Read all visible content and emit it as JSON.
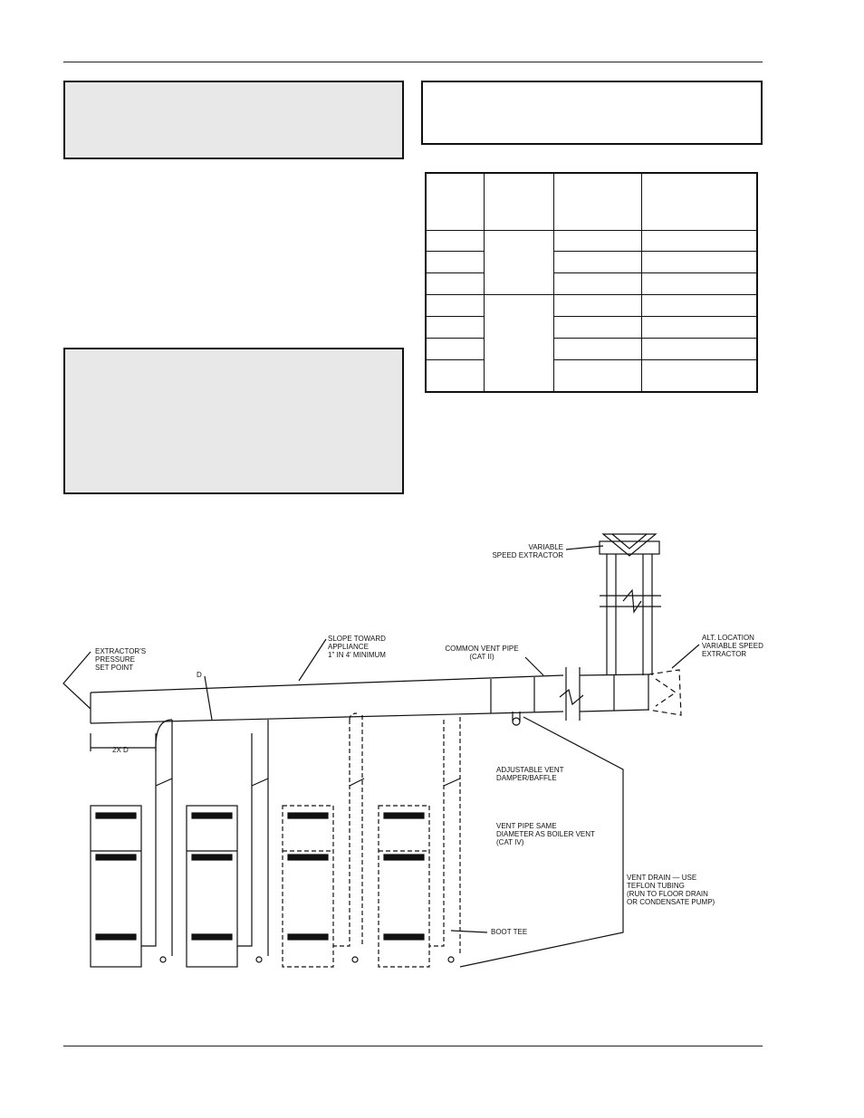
{
  "diagram": {
    "labels": {
      "variable_speed": "VARIABLE\nSPEED EXTRACTOR",
      "slope": "SLOPE TOWARD\nAPPLIANCE\n1\" IN 4' MINIMUM",
      "common_vent": "COMMON VENT PIPE\n(CAT II)",
      "alt_location": "ALT. LOCATION\nVARIABLE SPEED\nEXTRACTOR",
      "extractor_pressure": "EXTRACTOR'S\nPRESSURE\nSET POINT",
      "d": "D",
      "two_x_d": "2X D",
      "damper": "ADJUSTABLE VENT\nDAMPER/BAFFLE",
      "vent_pipe_same": "VENT PIPE SAME\nDIAMETER AS BOILER VENT\n(CAT IV)",
      "vent_drain": "VENT DRAIN — USE\nTEFLON TUBING\n(RUN TO FLOOR DRAIN\nOR CONDENSATE PUMP)",
      "boot_tee": "BOOT TEE"
    }
  }
}
